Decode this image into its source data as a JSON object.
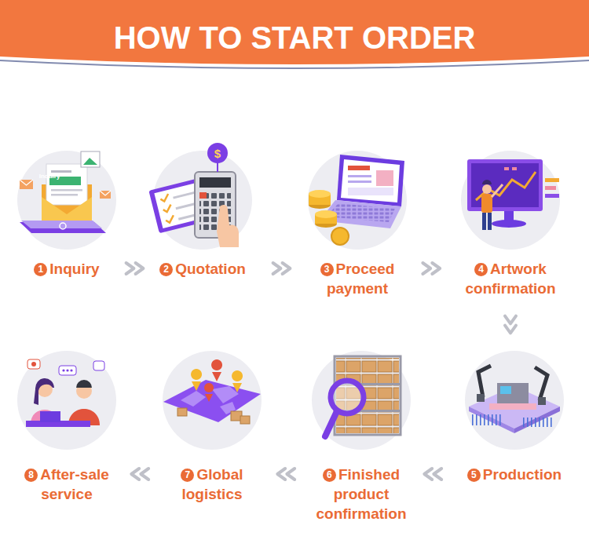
{
  "diagram": {
    "title": "HOW TO START ORDER",
    "nodes": [
      {
        "text": [
          "1",
          "Inquiry"
        ]
      },
      {
        "text": [
          "2",
          "Quotation"
        ]
      },
      {
        "text": [
          "3",
          "Proceed payment"
        ]
      },
      {
        "text": [
          "4",
          "Artwork confirmation"
        ]
      },
      {
        "text": [
          "5",
          "Production"
        ]
      },
      {
        "text": [
          "6",
          "Finished product confirmation"
        ]
      },
      {
        "text": [
          "7",
          "Global logistics"
        ]
      },
      {
        "text": [
          "8",
          "After-sale service"
        ]
      }
    ],
    "edges": [
      {
        "from": 0,
        "to": 1,
        "arrow": "to"
      },
      {
        "from": 1,
        "to": 2,
        "arrow": "to"
      },
      {
        "from": 2,
        "to": 3,
        "arrow": "to"
      },
      {
        "from": 3,
        "to": 4,
        "arrow": "to"
      },
      {
        "from": 4,
        "to": 5,
        "arrow": "to"
      },
      {
        "from": 5,
        "to": 6,
        "arrow": "to"
      },
      {
        "from": 6,
        "to": 7,
        "arrow": "to"
      }
    ],
    "labels": [
      "Inquiry",
      "$"
    ]
  }
}
